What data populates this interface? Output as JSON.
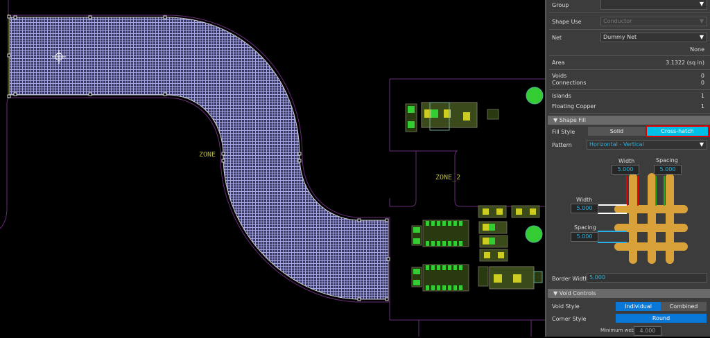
{
  "canvas": {
    "zone_labels": [
      "ZONE",
      "ZONE_2"
    ]
  },
  "panel": {
    "group": {
      "label": "Group",
      "value": ""
    },
    "shape_use": {
      "label": "Shape Use",
      "value": "Conductor"
    },
    "net": {
      "label": "Net",
      "value": "Dummy Net",
      "sub": "None"
    },
    "area": {
      "label": "Area",
      "value": "3.1322 (sq in)"
    },
    "voids": {
      "label": "Voids",
      "value": "0"
    },
    "connections": {
      "label": "Connections",
      "value": "0"
    },
    "islands": {
      "label": "Islands",
      "value": "1"
    },
    "floating": {
      "label": "Floating Copper",
      "value": "1"
    },
    "shape_fill": {
      "title": "Shape Fill",
      "fill_style_label": "Fill Style",
      "solid": "Solid",
      "crosshatch": "Cross-hatch",
      "pattern_label": "Pattern",
      "pattern": "Horizontal - Vertical",
      "v_width_label": "Width",
      "v_width": "5.000",
      "v_spacing_label": "Spacing",
      "v_spacing": "5.000",
      "h_width_label": "Width",
      "h_width": "5.000",
      "h_spacing_label": "Spacing",
      "h_spacing": "5.000",
      "border_width_label": "Border Width",
      "border_width": "5.000"
    },
    "void_controls": {
      "title": "Void Controls",
      "void_style_label": "Void Style",
      "individual": "Individual",
      "combined": "Combined",
      "corner_style_label": "Corner Style",
      "round": "Round",
      "min_web_label": "Minimum web",
      "min_web": "4.000"
    }
  },
  "colors": {
    "accent": "#0a78d7",
    "crosshatch_active": "#00bfe6",
    "highlight": "#e00000",
    "hatch": "#9a9ad8",
    "copper": "#d9a13a"
  }
}
